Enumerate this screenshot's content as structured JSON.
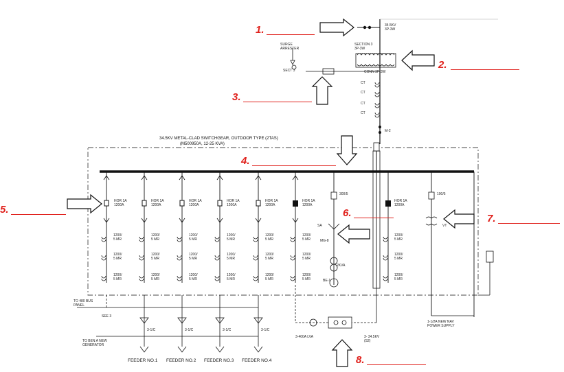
{
  "callouts": [
    {
      "number": "1",
      "text": "1."
    },
    {
      "number": "2",
      "text": "2."
    },
    {
      "number": "3",
      "text": "3."
    },
    {
      "number": "4",
      "text": "4."
    },
    {
      "number": "5",
      "text": "5."
    },
    {
      "number": "6",
      "text": "6."
    },
    {
      "number": "7",
      "text": "7."
    },
    {
      "number": "8",
      "text": "8."
    }
  ],
  "switchgear_title": "34.5KV METAL-CLAD SWITCHGEAR, OUTDOOR TYPE (2TAS)",
  "switchgear_subtitle": "(M500950A, 12-25 KVA)",
  "feeders": [
    "FEEDER NO.1",
    "FEEDER NO.2",
    "FEEDER NO.3",
    "FEEDER NO.4"
  ],
  "colors": {
    "annotation": "#e0201b",
    "line": "#111111",
    "arrow_fill": "#ffffff"
  }
}
